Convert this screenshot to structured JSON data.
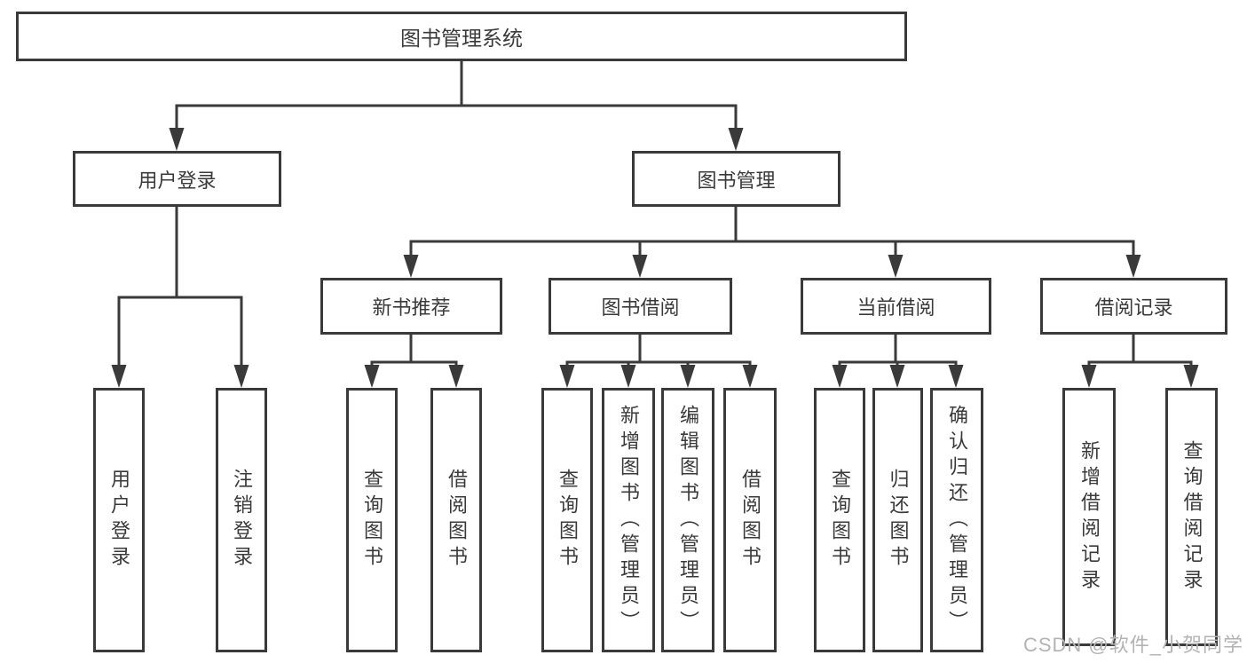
{
  "colors": {
    "line": "#3a3a3a",
    "text": "#3a3a3a",
    "background": "#ffffff",
    "watermark": "#b3b3b3"
  },
  "tree": {
    "root": {
      "label": "图书管理系统"
    },
    "branches": [
      {
        "label": "用户登录",
        "children": [
          {
            "label": "用户登录"
          },
          {
            "label": "注销登录"
          }
        ]
      },
      {
        "label": "图书管理",
        "children": [
          {
            "label": "新书推荐",
            "children": [
              {
                "label": "查询图书"
              },
              {
                "label": "借阅图书"
              }
            ]
          },
          {
            "label": "图书借阅",
            "children": [
              {
                "label": "查询图书"
              },
              {
                "label": "新增图书（管理员）"
              },
              {
                "label": "编辑图书（管理员）"
              },
              {
                "label": "借阅图书"
              }
            ]
          },
          {
            "label": "当前借阅",
            "children": [
              {
                "label": "查询图书"
              },
              {
                "label": "归还图书"
              },
              {
                "label": "确认归还（管理员）"
              }
            ]
          },
          {
            "label": "借阅记录",
            "children": [
              {
                "label": "新增借阅记录"
              },
              {
                "label": "查询借阅记录"
              }
            ]
          }
        ]
      }
    ]
  },
  "watermark": {
    "text": "CSDN @软件_小贺同学"
  }
}
